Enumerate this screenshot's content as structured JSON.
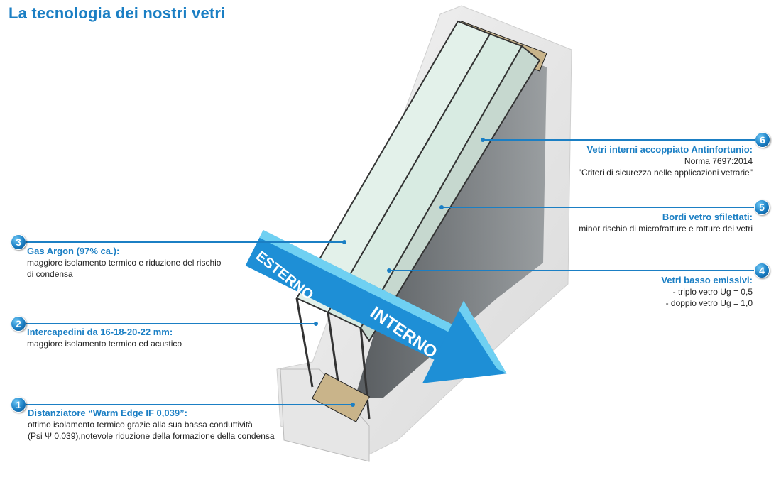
{
  "title": "La tecnologia dei nostri vetri",
  "arrow": {
    "outside_label": "ESTERNO",
    "inside_label": "INTERNO"
  },
  "colors": {
    "accent": "#1b7fc4",
    "arrow": "#1e8fd6",
    "arrow_light": "#6fd0f2",
    "glass": "#dfeee6"
  },
  "callouts": [
    {
      "number": "1",
      "title": "Distanziatore “Warm Edge IF 0,039”:",
      "lines": [
        "ottimo isolamento termico grazie alla sua bassa conduttività",
        "(Psi Ψ 0,039),notevole riduzione della formazione della condensa"
      ]
    },
    {
      "number": "2",
      "title": "Intercapedini da 16-18-20-22 mm:",
      "lines": [
        "maggiore isolamento termico ed acustico"
      ]
    },
    {
      "number": "3",
      "title": "Gas Argon (97% ca.):",
      "lines": [
        "maggiore isolamento termico e riduzione del rischio",
        "di condensa"
      ]
    },
    {
      "number": "4",
      "title": "Vetri basso emissivi:",
      "lines": [
        "- triplo vetro Ug = 0,5",
        "- doppio vetro Ug = 1,0"
      ]
    },
    {
      "number": "5",
      "title": "Bordi vetro sfilettati:",
      "lines": [
        "minor rischio di microfratture e rotture dei vetri"
      ]
    },
    {
      "number": "6",
      "title": "Vetri interni accoppiato Antinfortunio:",
      "lines": [
        "Norma 7697:2014",
        "\"Criteri di sicurezza nelle applicazioni vetrarie\""
      ]
    }
  ]
}
